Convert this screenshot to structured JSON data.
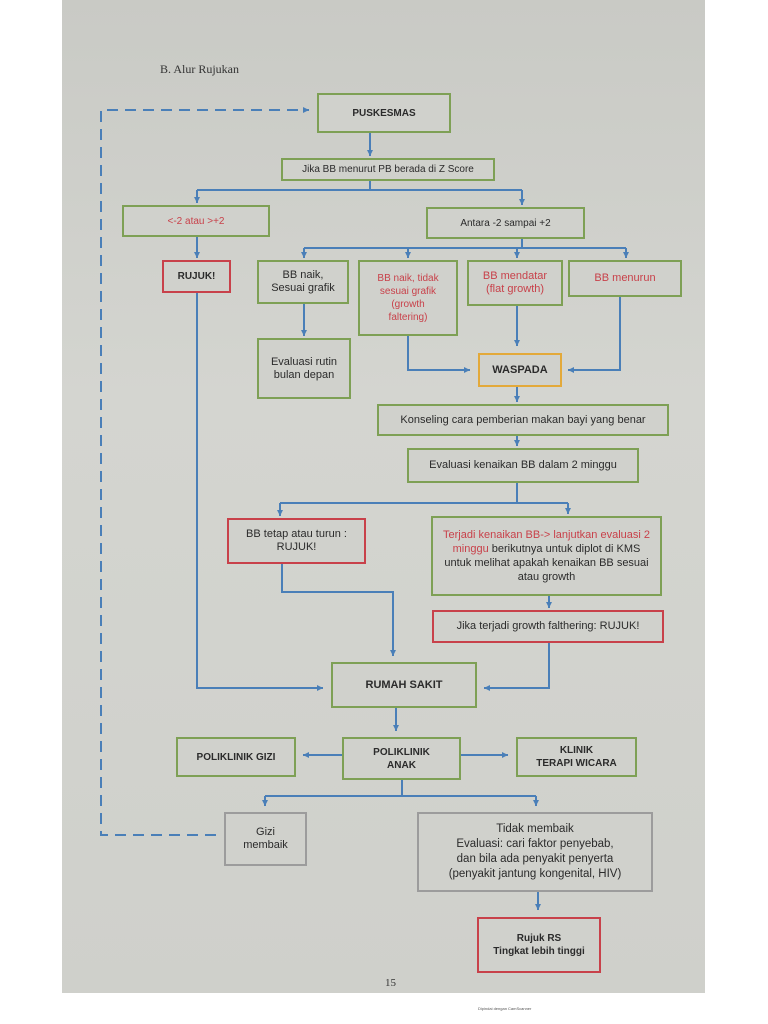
{
  "title": "B. Alur Rujukan",
  "page_number": "15",
  "footer": "Dipindai dengan CamScanner",
  "nodes": {
    "puskesmas": "PUSKESMAS",
    "zscore": "Jika BB menurut PB berada di Z Score",
    "lt2": "<-2 atau >+2",
    "antara": "Antara -2 sampai +2",
    "rujuk1": "RUJUK!",
    "bb_naik_sesuai": "BB naik,\nSesuai grafik",
    "bb_naik_tidak": "BB naik, tidak\nsesuai grafik\n(growth\nfaltering)",
    "bb_mendatar": "BB mendatar\n(flat growth)",
    "bb_menurun": "BB menurun",
    "evaluasi_rutin": "Evaluasi rutin\nbulan depan",
    "waspada": "WASPADA",
    "konseling": "Konseling cara pemberian makan bayi yang benar",
    "evaluasi_kenaikan": "Evaluasi kenaikan BB dalam 2 minggu",
    "bb_tetap": "BB tetap atau turun :\nRUJUK!",
    "terjadi_kenaikan_red": "Terjadi kenaikan BB-> lanjutkan evaluasi 2 minggu",
    "terjadi_kenaikan_rest": " berikutnya untuk diplot di KMS untuk melihat apakah kenaikan BB sesuai atau growth",
    "growth_falthering": "Jika terjadi growth falthering: RUJUK!",
    "rumah_sakit": "RUMAH SAKIT",
    "poli_gizi": "POLIKLINIK GIZI",
    "poli_anak": "POLIKLINIK\nANAK",
    "klinik_terapi": "KLINIK\nTERAPI WICARA",
    "gizi_membaik": "Gizi\nmembaik",
    "tidak_membaik": "Tidak membaik\nEvaluasi: cari faktor penyebab,\ndan bila ada penyakit penyerta\n(penyakit jantung kongenital, HIV)",
    "rujuk_rs": "Rujuk RS\nTingkat lebih tinggi"
  },
  "colors": {
    "green_border": "#7ea055",
    "red_border": "#c8414a",
    "orange_border": "#e3a93a",
    "gray_border": "#9c9c9c",
    "arrow": "#4a7fb8",
    "red_text": "#c8414a"
  }
}
